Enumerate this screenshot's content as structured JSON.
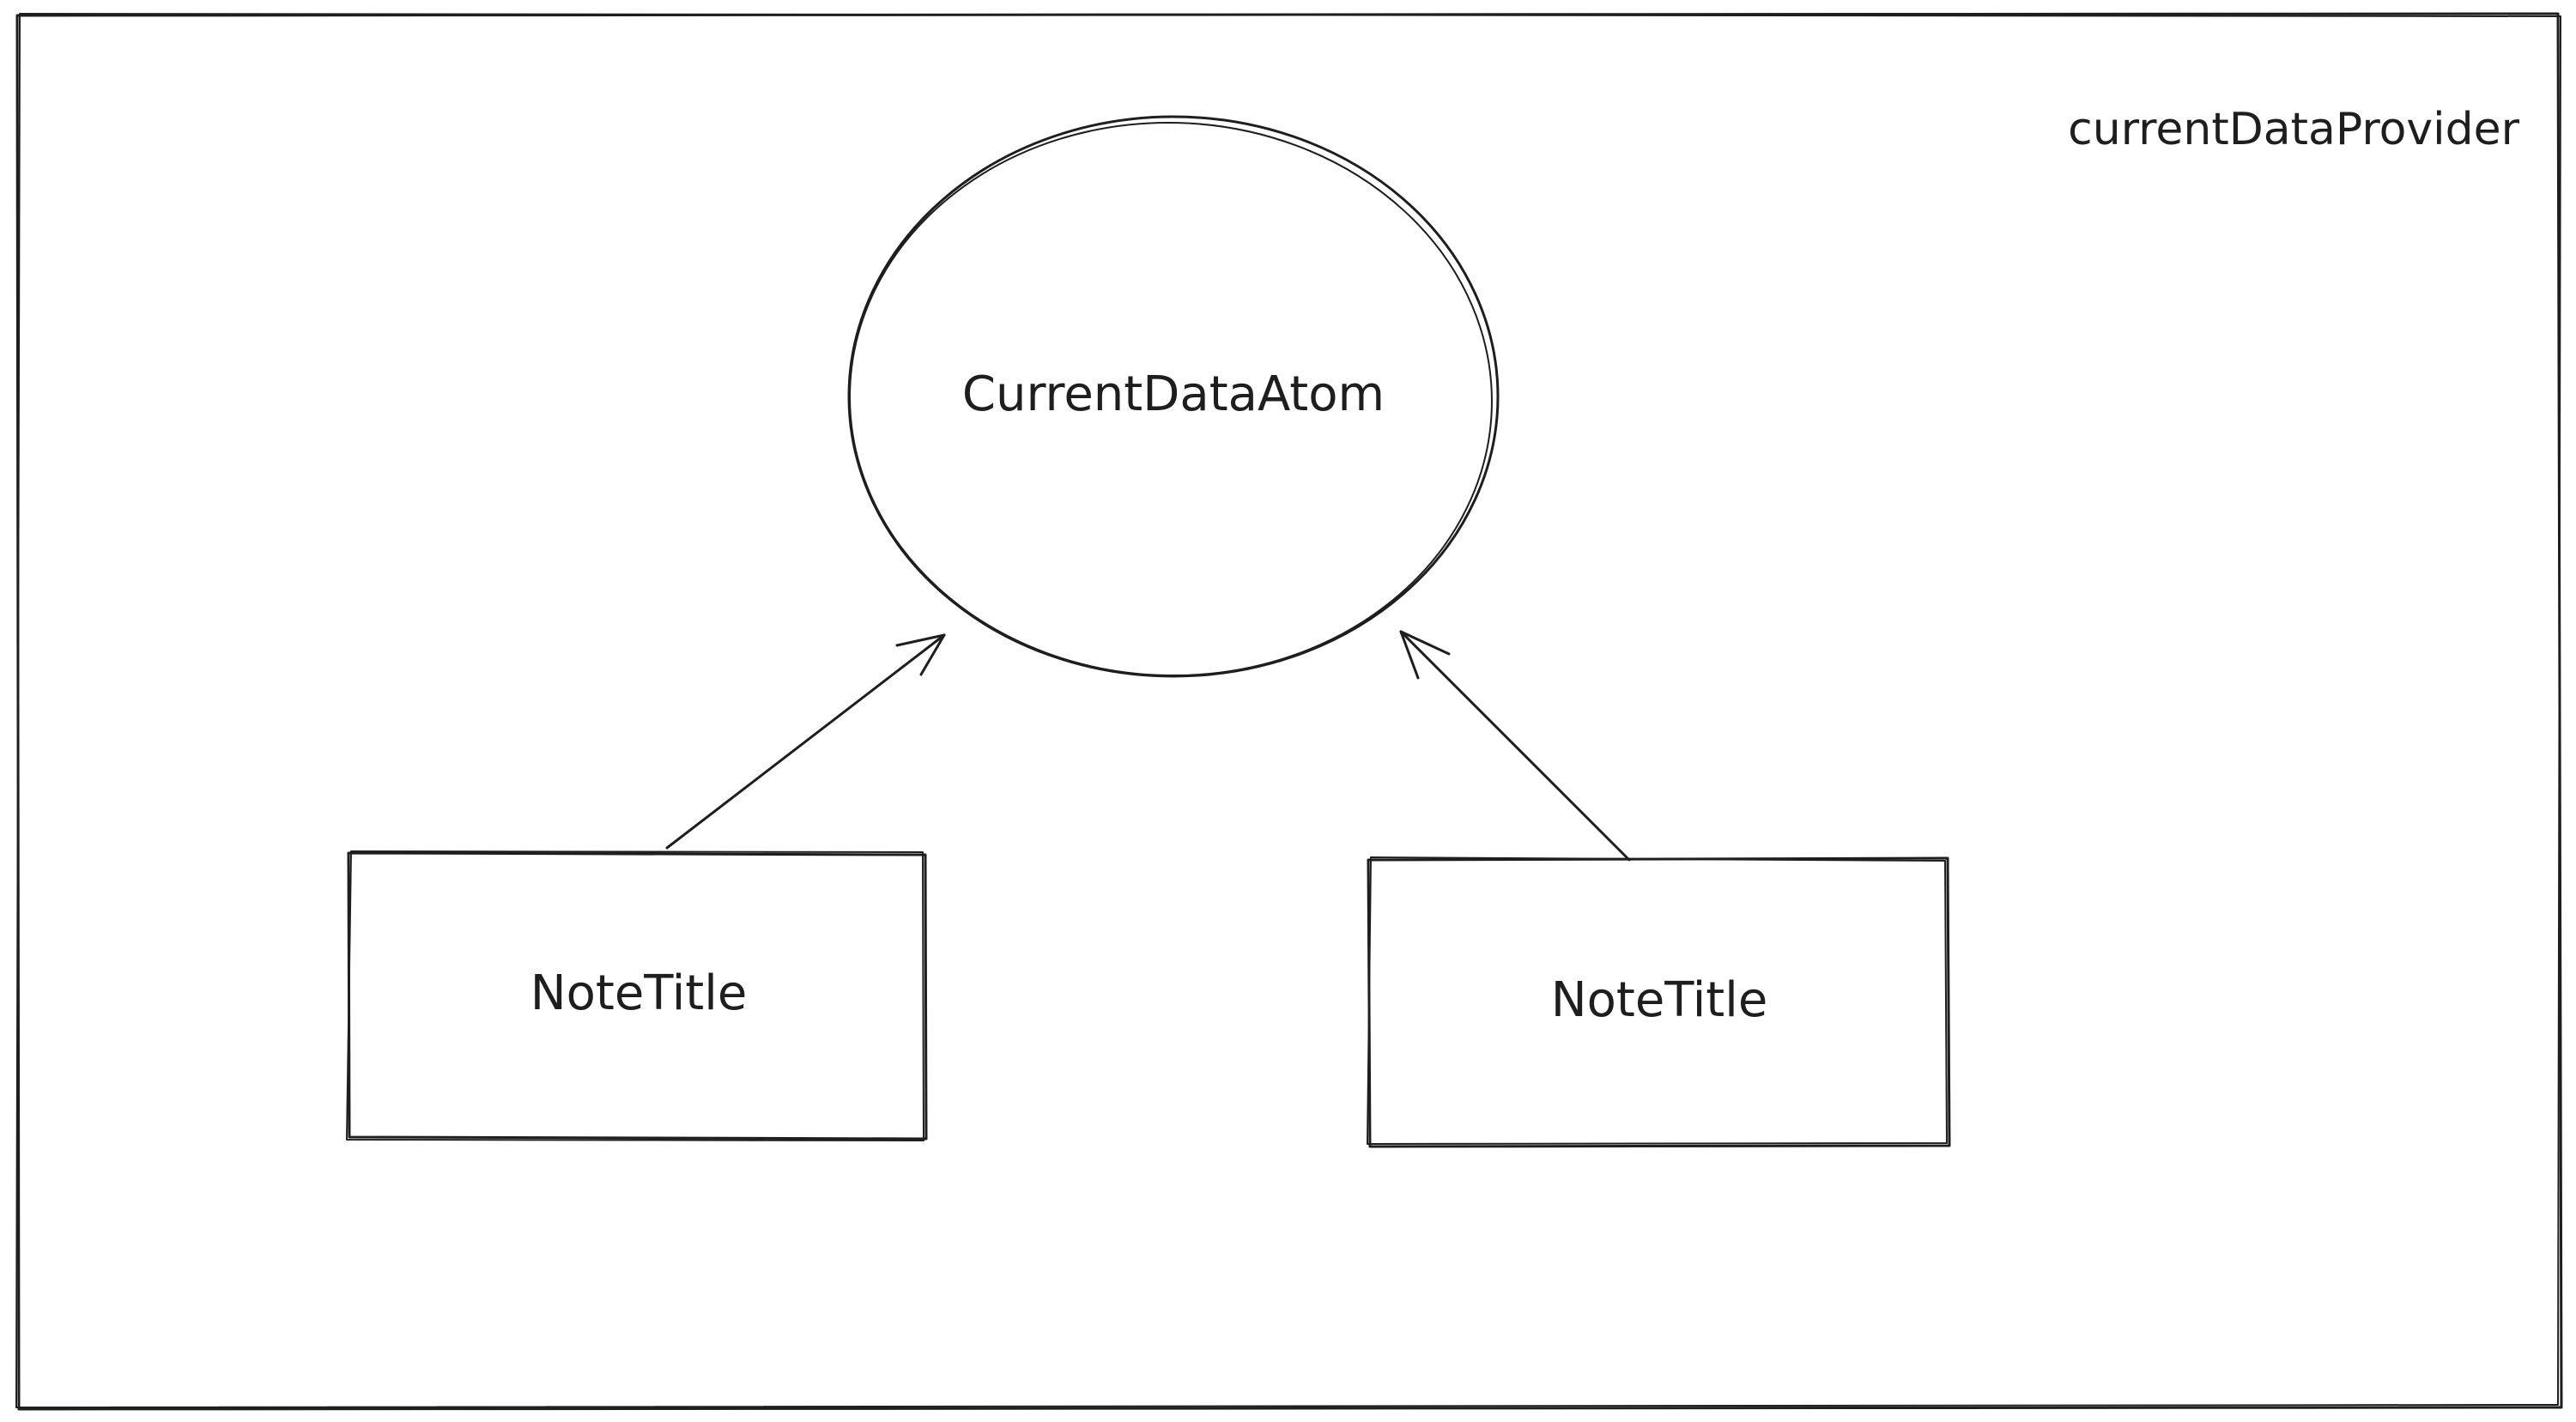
{
  "provider": {
    "label": "currentDataProvider"
  },
  "atom": {
    "label": "CurrentDataAtom"
  },
  "notes": [
    {
      "label": "NoteTitle"
    },
    {
      "label": "NoteTitle"
    }
  ],
  "colors": {
    "stroke": "#1e1e1e",
    "background": "#ffffff"
  }
}
